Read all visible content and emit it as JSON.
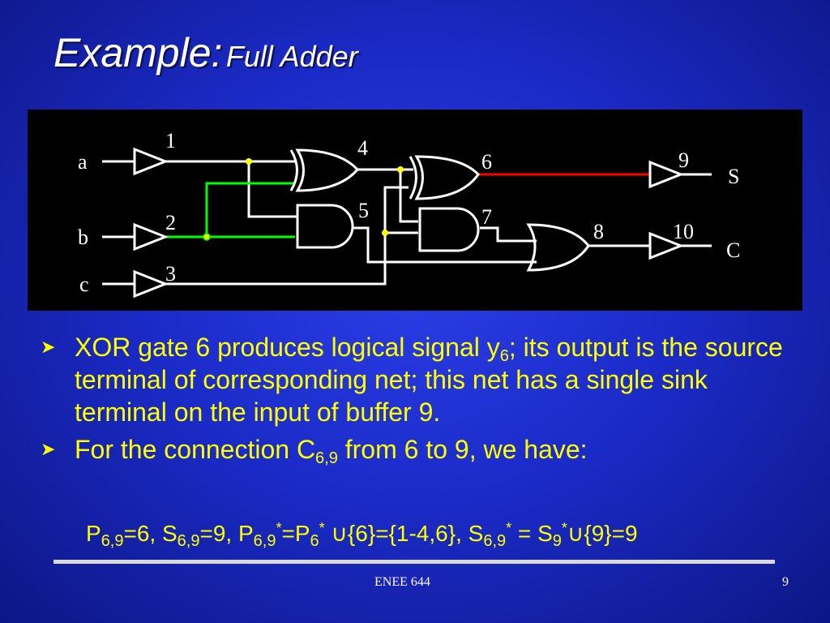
{
  "title": {
    "main": "Example:",
    "sub": "Full Adder"
  },
  "diagram": {
    "inputs": [
      "a",
      "b",
      "c"
    ],
    "outputs": [
      "S",
      "C"
    ],
    "gate_numbers": [
      "1",
      "2",
      "3",
      "4",
      "5",
      "6",
      "7",
      "8",
      "9",
      "10"
    ],
    "colors": {
      "wire": "#ffffff",
      "highlight_green": "#00ff00",
      "highlight_red": "#ff0000",
      "junction": "#ffff00"
    }
  },
  "bullets": [
    {
      "t1": "XOR gate 6 produces logical signal y",
      "s1": "6",
      "t2": "; its output is the source terminal of corresponding net; this net has a single sink terminal on the input of buffer 9."
    },
    {
      "t1": "For the connection C",
      "s1": "6,9",
      "t2": " from 6 to 9, we have:"
    }
  ],
  "formula": {
    "a": "P",
    "a_sub": "6,9",
    "b": "=6, S",
    "b_sub": "6,9",
    "c": "=9, P",
    "c_sub": "6,9",
    "d_sup": "*",
    "d": "=P",
    "d_sub": "6",
    "e_sup": "*",
    "e": " ∪{6}={1-4,6}, S",
    "e_sub": "6,9",
    "f_sup": "*",
    "f": " = S",
    "f_sub": "9",
    "g_sup": "*",
    "g": "∪{9}=9"
  },
  "footer": {
    "center": "ENEE 644",
    "page": "9"
  }
}
